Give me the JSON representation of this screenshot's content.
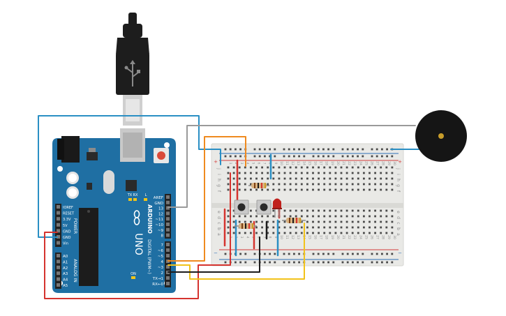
{
  "board": {
    "brand": "ARDUINO",
    "model": "UNO",
    "power_header": {
      "title": "POWER",
      "pins": [
        "IOREF",
        "RESET",
        "3.3V",
        "5V",
        "GND",
        "GND",
        "Vin"
      ]
    },
    "analog_header": {
      "title": "ANALOG IN",
      "pins": [
        "A0",
        "A1",
        "A2",
        "A3",
        "A4",
        "A5"
      ]
    },
    "digital_header": {
      "title": "DIGITAL (PWM~)",
      "top_pins": [
        "AREF",
        "GND",
        "13",
        "12",
        "~11",
        "~10",
        "~9",
        "8"
      ],
      "bottom_pins": [
        "7",
        "~6",
        "~5",
        "4",
        "~3",
        "2",
        "TX→1",
        "RX←0"
      ]
    },
    "led_labels": [
      "L",
      "TX",
      "RX",
      "ON"
    ],
    "colors": {
      "pcb": "#1f6fa3",
      "pcb_dark": "#165882",
      "header": "#222222",
      "reset": "#d94a3a"
    }
  },
  "usb_cable": {
    "icon": "usb-plug-icon"
  },
  "breadboard": {
    "row_letters_top": [
      "j",
      "i",
      "h",
      "g",
      "f"
    ],
    "row_letters_bottom": [
      "e",
      "d",
      "c",
      "b",
      "a"
    ],
    "column_numbers": [
      "1",
      "2",
      "3",
      "4",
      "5",
      "6",
      "7",
      "8",
      "9",
      "10",
      "11",
      "12",
      "13",
      "14",
      "15",
      "16",
      "17",
      "18",
      "19",
      "20",
      "21",
      "22",
      "23",
      "24",
      "25",
      "26",
      "27",
      "28",
      "29",
      "30"
    ],
    "rail_symbols": [
      "+",
      "−"
    ],
    "colors": {
      "body": "#e9e9e6",
      "rail_red": "#d43b3b",
      "rail_blue": "#2d6fb5",
      "hole": "#4a4a4a"
    }
  },
  "components": [
    {
      "kind": "resistor",
      "icon": "resistor-icon"
    },
    {
      "kind": "resistor",
      "icon": "resistor-icon"
    },
    {
      "kind": "resistor",
      "icon": "resistor-icon"
    },
    {
      "kind": "pushbutton",
      "icon": "pushbutton-icon"
    },
    {
      "kind": "pushbutton",
      "icon": "pushbutton-icon"
    },
    {
      "kind": "led",
      "color": "#c0201b",
      "icon": "led-icon"
    },
    {
      "kind": "piezo-buzzer",
      "icon": "buzzer-icon"
    }
  ],
  "wire_colors": {
    "red": "#d5332e",
    "blue": "#2a8fc4",
    "orange": "#ef8a1f",
    "yellow": "#f2c21a",
    "black": "#1c1c1c",
    "gray": "#9a9a9a"
  }
}
